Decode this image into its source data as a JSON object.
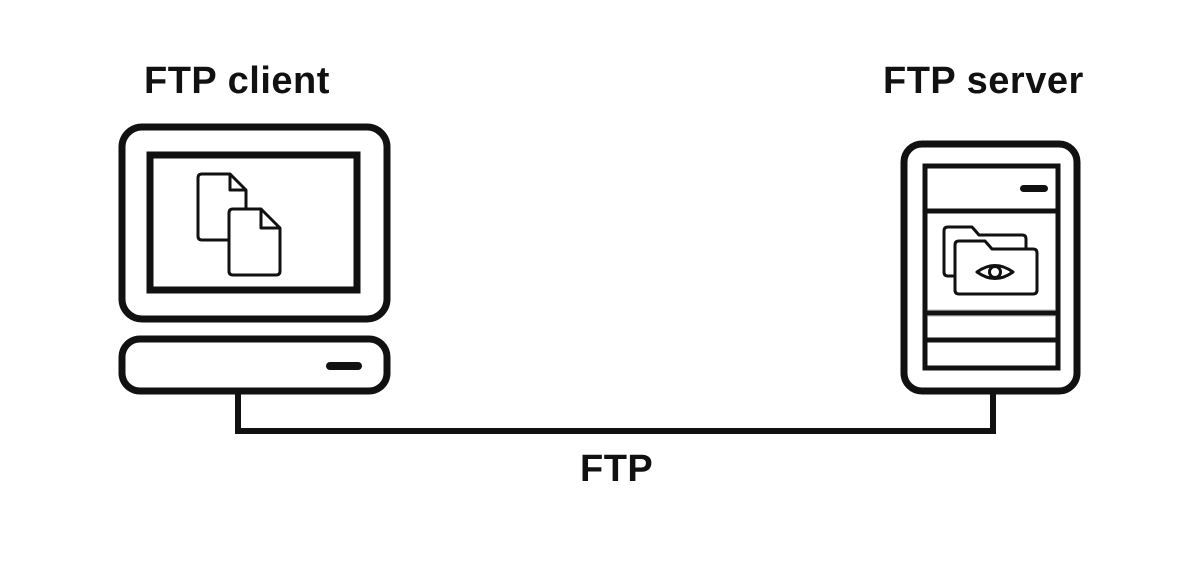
{
  "labels": {
    "client": "FTP client",
    "server": "FTP server",
    "connection": "FTP"
  },
  "colors": {
    "stroke": "#111111",
    "background": "#ffffff",
    "bay_shadow": "#dcdcdc"
  },
  "icons": {
    "client_screen": "documents-icon",
    "server_bay": "folder-eye-icon"
  }
}
